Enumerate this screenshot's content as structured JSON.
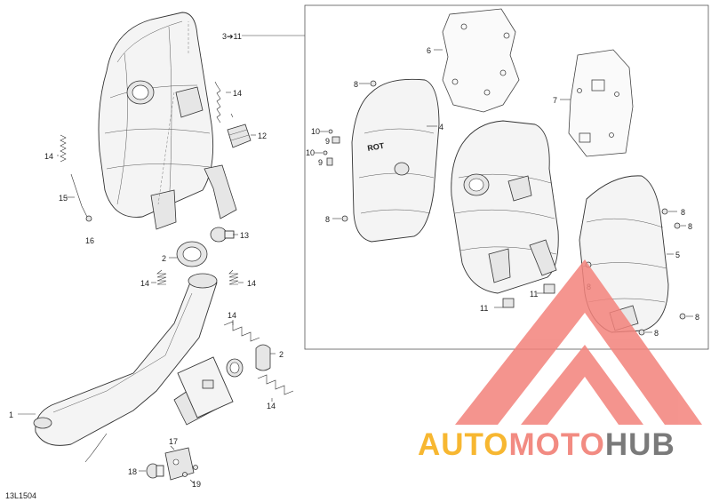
{
  "diagram": {
    "code": "13L1504",
    "callouts": {
      "c_3_11": "3➔11",
      "c1": "1",
      "c2a": "2",
      "c2b": "2",
      "c4": "4",
      "c5": "5",
      "c6": "6",
      "c7": "7",
      "c8a": "8",
      "c8b": "8",
      "c8c": "8",
      "c8d": "8",
      "c8e": "8",
      "c8f": "8",
      "c8g": "8",
      "c9a": "9",
      "c9b": "9",
      "c10a": "10",
      "c10b": "10",
      "c11a": "11",
      "c11b": "11",
      "c12": "12",
      "c13": "13",
      "c14a": "14",
      "c14b": "14",
      "c14c": "14",
      "c14d": "14",
      "c14e": "14",
      "c14f": "14",
      "c15": "15",
      "c16": "16",
      "c17": "17",
      "c18": "18",
      "c19": "19"
    },
    "heat_shield_text": "ROT"
  },
  "watermark": {
    "part1": "AUTO",
    "part2": "MOTO",
    "part3": "HUB",
    "color1": "#f7b731",
    "color2": "#f28b82",
    "color3": "#7a7a7a",
    "logo_color": "#f3827b"
  }
}
